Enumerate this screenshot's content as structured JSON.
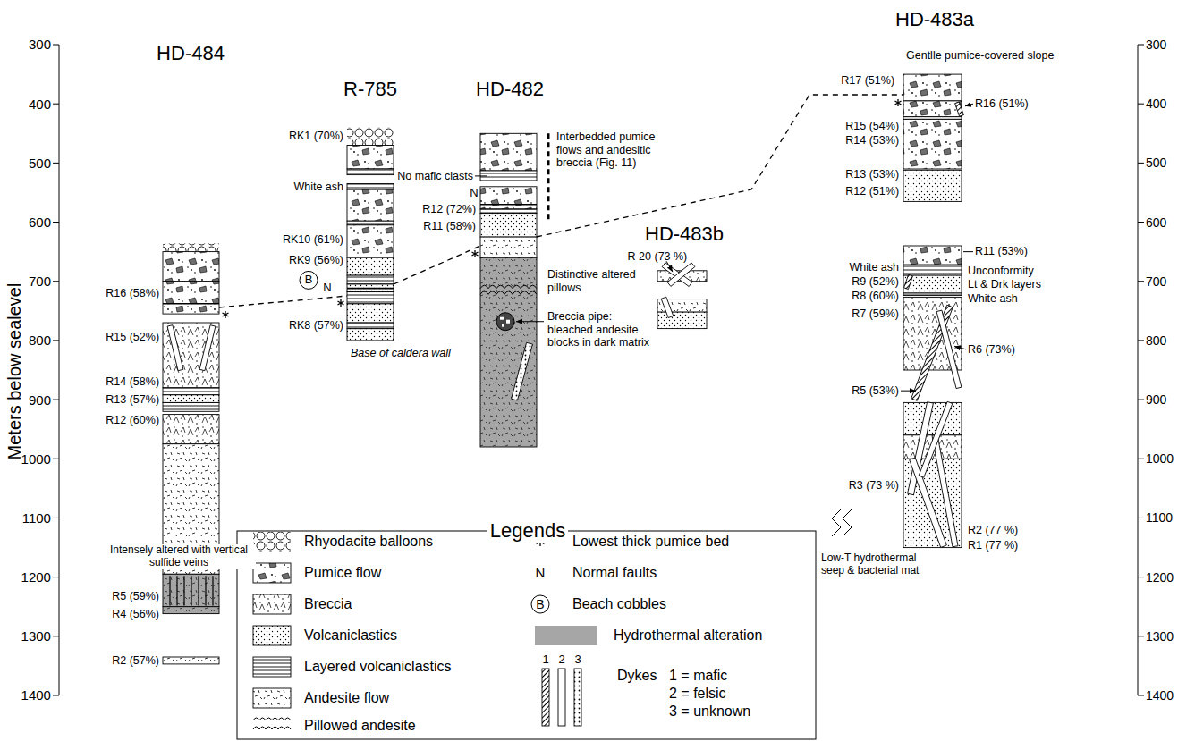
{
  "diagram": {
    "nodes": [
      {
        "text": [
          "HD-484"
        ]
      },
      {
        "text": [
          "R-785"
        ]
      },
      {
        "text": [
          "HD-482"
        ]
      },
      {
        "text": [
          "HD-483b"
        ]
      },
      {
        "text": [
          "HD-483a"
        ]
      }
    ],
    "edges": [
      {
        "from": 0,
        "to": 1,
        "arrow": "none"
      },
      {
        "from": 1,
        "to": 2,
        "arrow": "none"
      },
      {
        "from": 2,
        "to": 4,
        "arrow": "none"
      }
    ],
    "labels": [
      "Meters below sealevel",
      "300",
      "400",
      "500",
      "600",
      "700",
      "800",
      "900",
      "1000",
      "1100",
      "1200",
      "1300",
      "1400",
      "300",
      "400",
      "500",
      "600",
      "700",
      "800",
      "900",
      "1000",
      "1100",
      "1200",
      "1300",
      "1400",
      "R16 (58%)",
      "R15 (52%)",
      "R14 (58%)",
      "R13 (57%)",
      "R12 (60%)",
      "Intensely altered with vertical sulfide veins",
      "R5 (59%)",
      "R4 (56%)",
      "R2 (57%)",
      "RK1 (70%)",
      "White ash",
      "RK10 (61%)",
      "RK9 (56%)",
      "B",
      "N",
      "RK8 (57%)",
      "Base of caldera wall",
      "No mafic clasts",
      "N",
      "R12 (72%)",
      "R11 (58%)",
      "Interbedded pumice flows and andesitic breccia (Fig. 11)",
      "Distinctive altered pillows",
      "Breccia pipe: bleached andesite blocks in dark matrix",
      "R 20 (73 %)",
      "Gentlle pumice-covered slope",
      "R17 (51%)",
      "R16 (51%)",
      "R15 (54%)",
      "R14 (53%)",
      "R13 (53%)",
      "R12 (51%)",
      "R11 (53%)",
      "White ash",
      "Unconformity",
      "R9 (52%)",
      "Lt & Drk layers",
      "R8 (60%)",
      "White ash",
      "R7 (59%)",
      "R6 (73%)",
      "R5 (53%)",
      "R3 (73 %)",
      "R2 (77 %)",
      "R1 (77 %)",
      "Low-T hydrothermal seep & bacterial mat",
      "Legends",
      "N",
      "B",
      "1",
      "2",
      "3"
    ],
    "legend": [
      {
        "text": "Rhyodacite balloons"
      },
      {
        "text": "Pumice flow"
      },
      {
        "text": "Breccia"
      },
      {
        "text": "Volcaniclastics"
      },
      {
        "text": "Layered volcaniclastics"
      },
      {
        "text": "Andesite flow"
      },
      {
        "text": "Pillowed andesite"
      },
      {
        "text": "Lowest thick pumice bed"
      },
      {
        "text": "Normal faults"
      },
      {
        "text": "Beach cobbles"
      },
      {
        "text": "Hydrothermal alteration",
        "color": "#a6a6a6"
      },
      {
        "text": "Dykes"
      },
      {
        "text": "1 = mafic"
      },
      {
        "text": "2 = felsic"
      },
      {
        "text": "3 = unknown"
      }
    ]
  }
}
